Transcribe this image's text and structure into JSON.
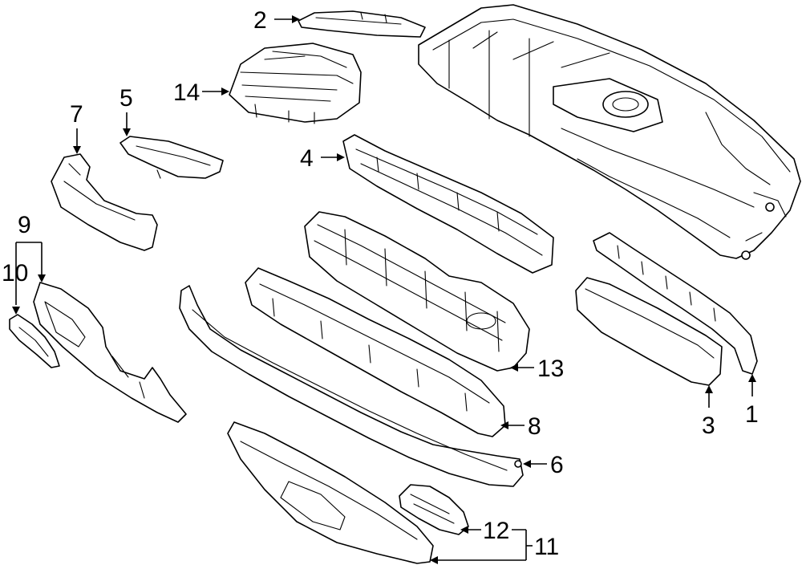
{
  "callouts": {
    "p1": "1",
    "p2": "2",
    "p3": "3",
    "p4": "4",
    "p5": "5",
    "p6": "6",
    "p7": "7",
    "p8": "8",
    "p9": "9",
    "p10": "10",
    "p11": "11",
    "p12": "12",
    "p13": "13",
    "p14": "14"
  }
}
